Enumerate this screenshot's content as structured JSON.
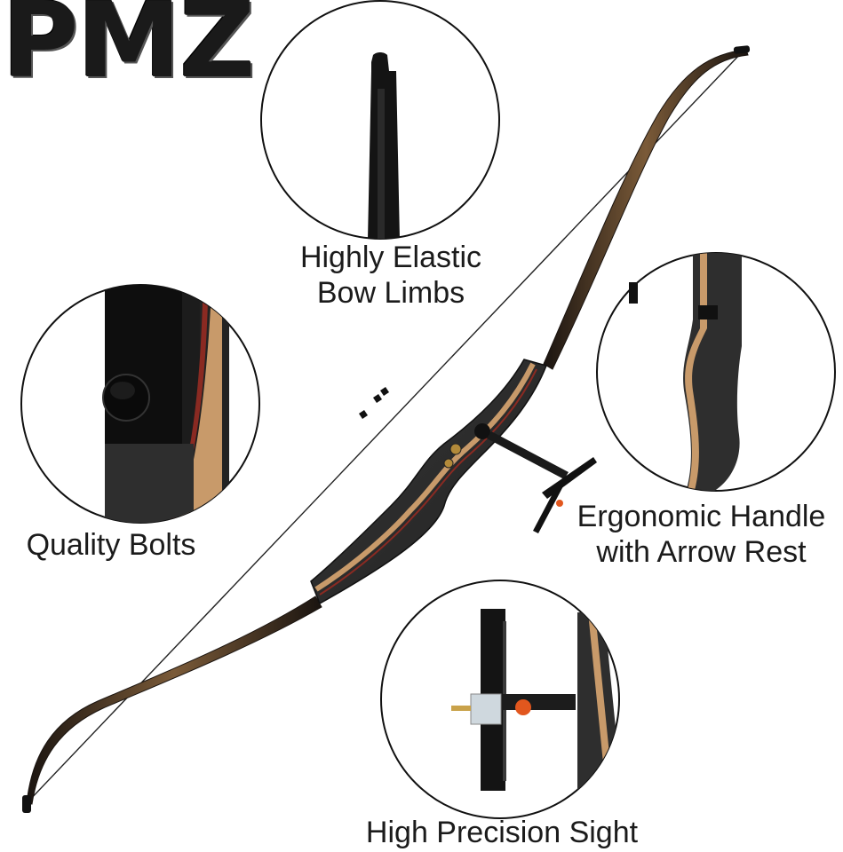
{
  "brand": {
    "logo_text": "PMZ"
  },
  "features": {
    "limbs": {
      "line1": "Highly Elastic",
      "line2": "Bow Limbs"
    },
    "bolts": {
      "line1": "Quality Bolts"
    },
    "handle": {
      "line1": "Ergonomic Handle",
      "line2": "with Arrow Rest"
    },
    "sight": {
      "line1": "High Precision Sight"
    }
  },
  "colors": {
    "riser_dark": "#2b2b2b",
    "wood_light": "#c89a6a",
    "wood_red": "#8a2a22",
    "limb": "#3a2a1a",
    "sight_accent": "#e2571e"
  }
}
